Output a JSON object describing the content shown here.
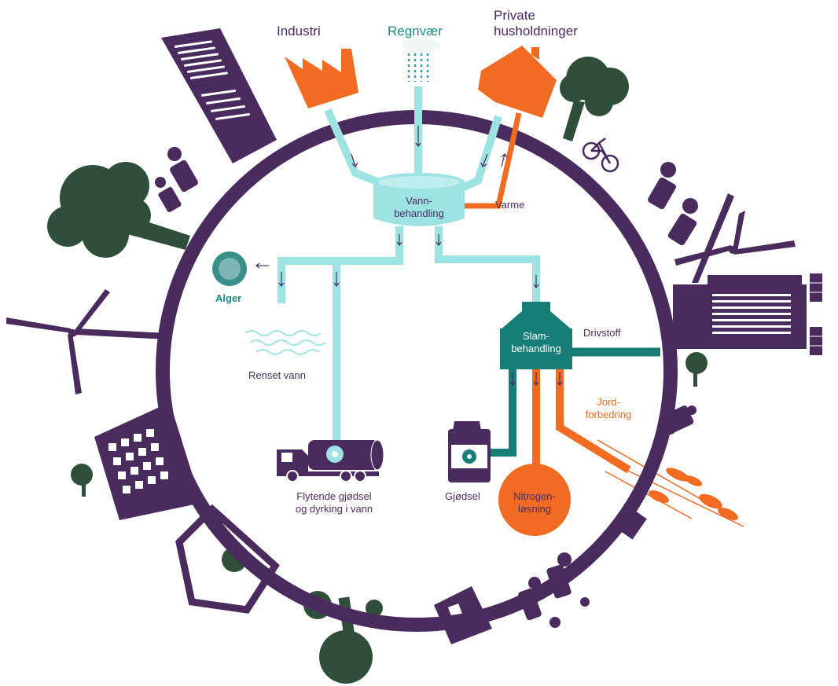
{
  "colors": {
    "purple": "#4a2b5e",
    "dark_green": "#2f4f3a",
    "teal": "#167d77",
    "light_teal": "#9ee3e3",
    "orange": "#f26b22",
    "text_purple": "#4a2b5e",
    "text_teal": "#1c8a86",
    "text_orange": "#f26b22"
  },
  "sources": {
    "industri": "Industri",
    "regnvaer": "Regnvær",
    "private_line1": "Private",
    "private_line2": "husholdninger"
  },
  "nodes": {
    "vann_line1": "Vann-",
    "vann_line2": "behandling",
    "varme": "Varme",
    "slam_line1": "Slam-",
    "slam_line2": "behandling",
    "drivstoff": "Drivstoff",
    "alger": "Alger",
    "renset_vann": "Renset vann",
    "flytende_line1": "Flytende gjødsel",
    "flytende_line2": "og dyrking i vann",
    "gjodsel": "Gjødsel",
    "nitrogen_line1": "Nitrogen-",
    "nitrogen_line2": "løsning",
    "jord_line1": "Jord-",
    "jord_line2": "forbedring"
  },
  "icons": [
    "factory-icon",
    "rain-cloud-icon",
    "house-icon",
    "tree-icon",
    "bicycle-icon",
    "people-icon",
    "wind-turbine-icon",
    "skyscraper-icon",
    "solar-panel-icon",
    "tractor-icon",
    "wheat-icon",
    "truck-icon",
    "fertilizer-bag-icon",
    "algae-icon",
    "waves-icon",
    "greenhouse-icon"
  ]
}
